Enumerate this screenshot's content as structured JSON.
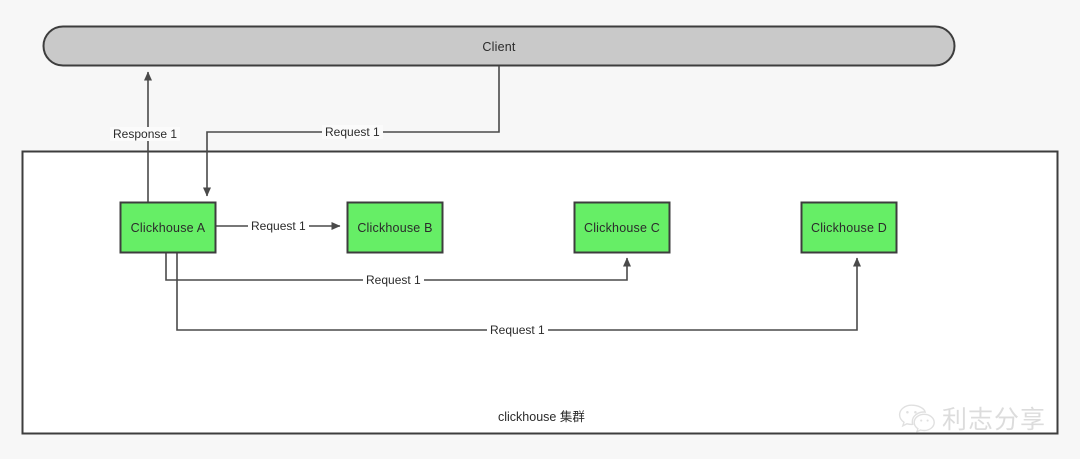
{
  "diagram": {
    "title_node": {
      "label": "Client"
    },
    "cluster": {
      "label": "clickhouse 集群"
    },
    "nodes": [
      {
        "id": "a",
        "label": "Clickhouse A"
      },
      {
        "id": "b",
        "label": "Clickhouse B"
      },
      {
        "id": "c",
        "label": "Clickhouse C"
      },
      {
        "id": "d",
        "label": "Clickhouse D"
      }
    ],
    "edges": [
      {
        "id": "response",
        "label": "Response 1",
        "from": "Clickhouse A",
        "to": "Client"
      },
      {
        "id": "req-client-a",
        "label": "Request 1",
        "from": "Client",
        "to": "Clickhouse A"
      },
      {
        "id": "req-a-b",
        "label": "Request 1",
        "from": "Clickhouse A",
        "to": "Clickhouse B"
      },
      {
        "id": "req-a-c",
        "label": "Request 1",
        "from": "Clickhouse A",
        "to": "Clickhouse C"
      },
      {
        "id": "req-a-d",
        "label": "Request 1",
        "from": "Clickhouse A",
        "to": "Clickhouse D"
      }
    ],
    "colors": {
      "node_fill": "#66ee66",
      "node_stroke": "#3d3d3d",
      "client_fill": "#c9c9c9",
      "client_stroke": "#3d3d3d",
      "edge_stroke": "#4a4a4a",
      "cluster_stroke": "#3d3d3d",
      "canvas_bg": "#f7f7f7",
      "cluster_bg": "#ffffff"
    }
  },
  "watermark": {
    "text": "利志分享",
    "icon": "wechat-icon"
  }
}
